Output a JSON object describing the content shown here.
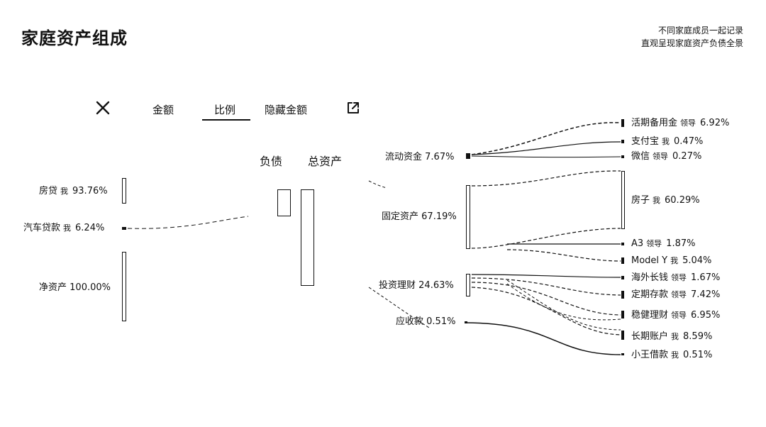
{
  "header": {
    "title": "家庭资产组成",
    "description_line1": "不同家庭成员一起记录",
    "description_line2": "直观呈现家庭资产负债全景"
  },
  "toolbar": {
    "close_icon": "close-icon",
    "tab_amount": "金额",
    "tab_ratio": "比例",
    "tab_hide_amount": "隐藏金额",
    "active_tab": "比例",
    "share_icon": "share-icon"
  },
  "columns": {
    "liabilities": "负债",
    "total_assets": "总资产"
  },
  "left": {
    "mortgage": {
      "name": "房贷",
      "owner": "我",
      "pct": "93.76%"
    },
    "car_loan": {
      "name": "汽车贷款",
      "owner": "我",
      "pct": "6.24%"
    },
    "net_assets": {
      "name": "净资产",
      "pct": "100.00%"
    }
  },
  "middle": {
    "liquid": {
      "name": "流动资金",
      "pct": "7.67%"
    },
    "fixed": {
      "name": "固定资产",
      "pct": "67.19%"
    },
    "investment": {
      "name": "投资理财",
      "pct": "24.63%"
    },
    "receivable": {
      "name": "应收款",
      "pct": "0.51%"
    }
  },
  "right": {
    "emergency": {
      "name": "活期备用金",
      "owner": "领导",
      "pct": "6.92%"
    },
    "alipay": {
      "name": "支付宝",
      "owner": "我",
      "pct": "0.47%"
    },
    "wechat": {
      "name": "微信",
      "owner": "领导",
      "pct": "0.27%"
    },
    "house": {
      "name": "房子",
      "owner": "我",
      "pct": "60.29%"
    },
    "a3": {
      "name": "A3",
      "owner": "领导",
      "pct": "1.87%"
    },
    "model_y": {
      "name": "Model Y",
      "owner": "我",
      "pct": "5.04%"
    },
    "overseas": {
      "name": "海外长钱",
      "owner": "领导",
      "pct": "1.67%"
    },
    "deposit": {
      "name": "定期存款",
      "owner": "领导",
      "pct": "7.42%"
    },
    "steady": {
      "name": "稳健理财",
      "owner": "领导",
      "pct": "6.95%"
    },
    "long_term": {
      "name": "长期账户",
      "owner": "我",
      "pct": "8.59%"
    },
    "loan_to_wang": {
      "name": "小王借款",
      "owner": "我",
      "pct": "0.51%"
    }
  },
  "colors": {
    "ink": "#111111",
    "background": "#ffffff"
  }
}
